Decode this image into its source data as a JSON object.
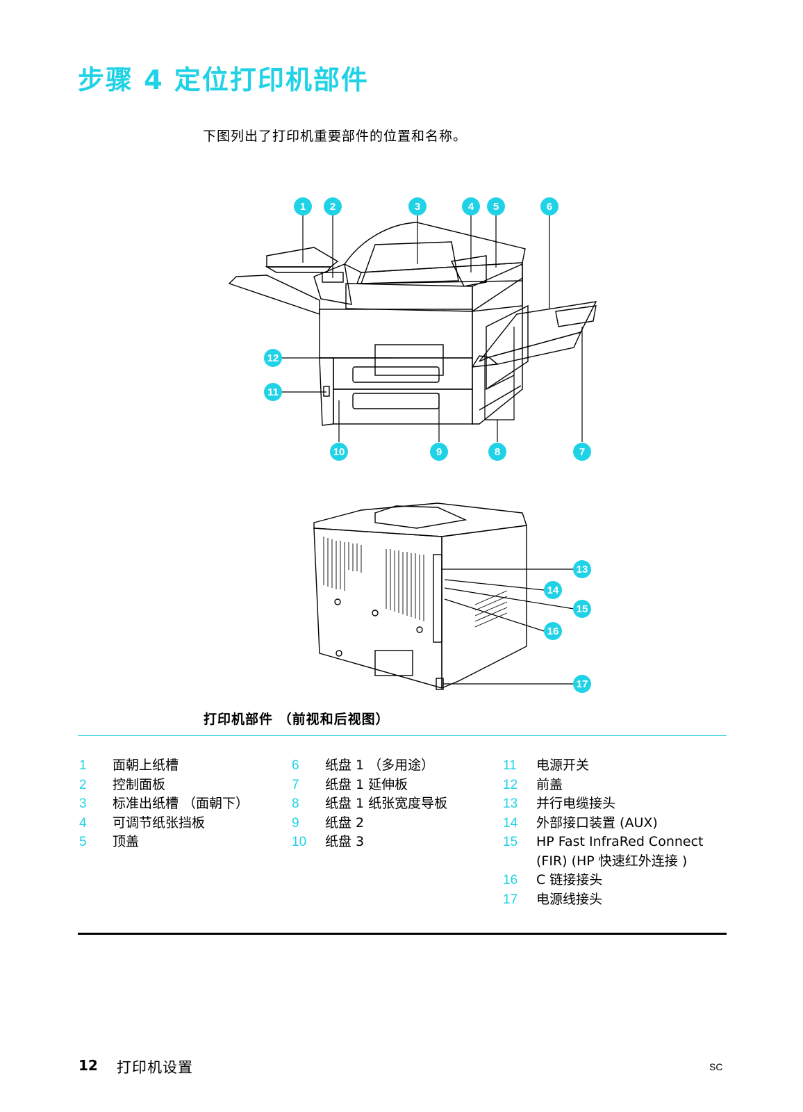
{
  "page": {
    "title": "步骤 4  定位打印机部件",
    "intro": "下图列出了打印机重要部件的位置和名称。",
    "caption": "打印机部件 （前视和后视图）"
  },
  "figure": {
    "callouts": [
      "1",
      "2",
      "3",
      "4",
      "5",
      "6",
      "7",
      "8",
      "9",
      "10",
      "11",
      "12",
      "13",
      "14",
      "15",
      "16",
      "17"
    ]
  },
  "legend": {
    "col1": [
      {
        "num": "1",
        "label": "面朝上纸槽"
      },
      {
        "num": "2",
        "label": "控制面板"
      },
      {
        "num": "3",
        "label": "标准出纸槽 （面朝下）"
      },
      {
        "num": "4",
        "label": "可调节纸张挡板"
      },
      {
        "num": "5",
        "label": "顶盖"
      }
    ],
    "col2": [
      {
        "num": "6",
        "label": "纸盘 1 （多用途）"
      },
      {
        "num": "7",
        "label": "纸盘 1 延伸板"
      },
      {
        "num": "8",
        "label": "纸盘 1 纸张宽度导板"
      },
      {
        "num": "9",
        "label": "纸盘 2"
      },
      {
        "num": "10",
        "label": "纸盘 3"
      }
    ],
    "col3": [
      {
        "num": "11",
        "label": "电源开关"
      },
      {
        "num": "12",
        "label": "前盖"
      },
      {
        "num": "13",
        "label": "并行电缆接头"
      },
      {
        "num": "14",
        "label": "外部接口装置 (AUX)"
      },
      {
        "num": "15",
        "label": "HP Fast InfraRed Connect",
        "label2": "(FIR) (HP 快速红外连接 )"
      },
      {
        "num": "16",
        "label": "C 链接接头"
      },
      {
        "num": "17",
        "label": "电源线接头"
      }
    ]
  },
  "footer": {
    "page_number": "12",
    "section": "打印机设置",
    "lang": "SC"
  },
  "colors": {
    "accent": "#1fd2e6"
  }
}
